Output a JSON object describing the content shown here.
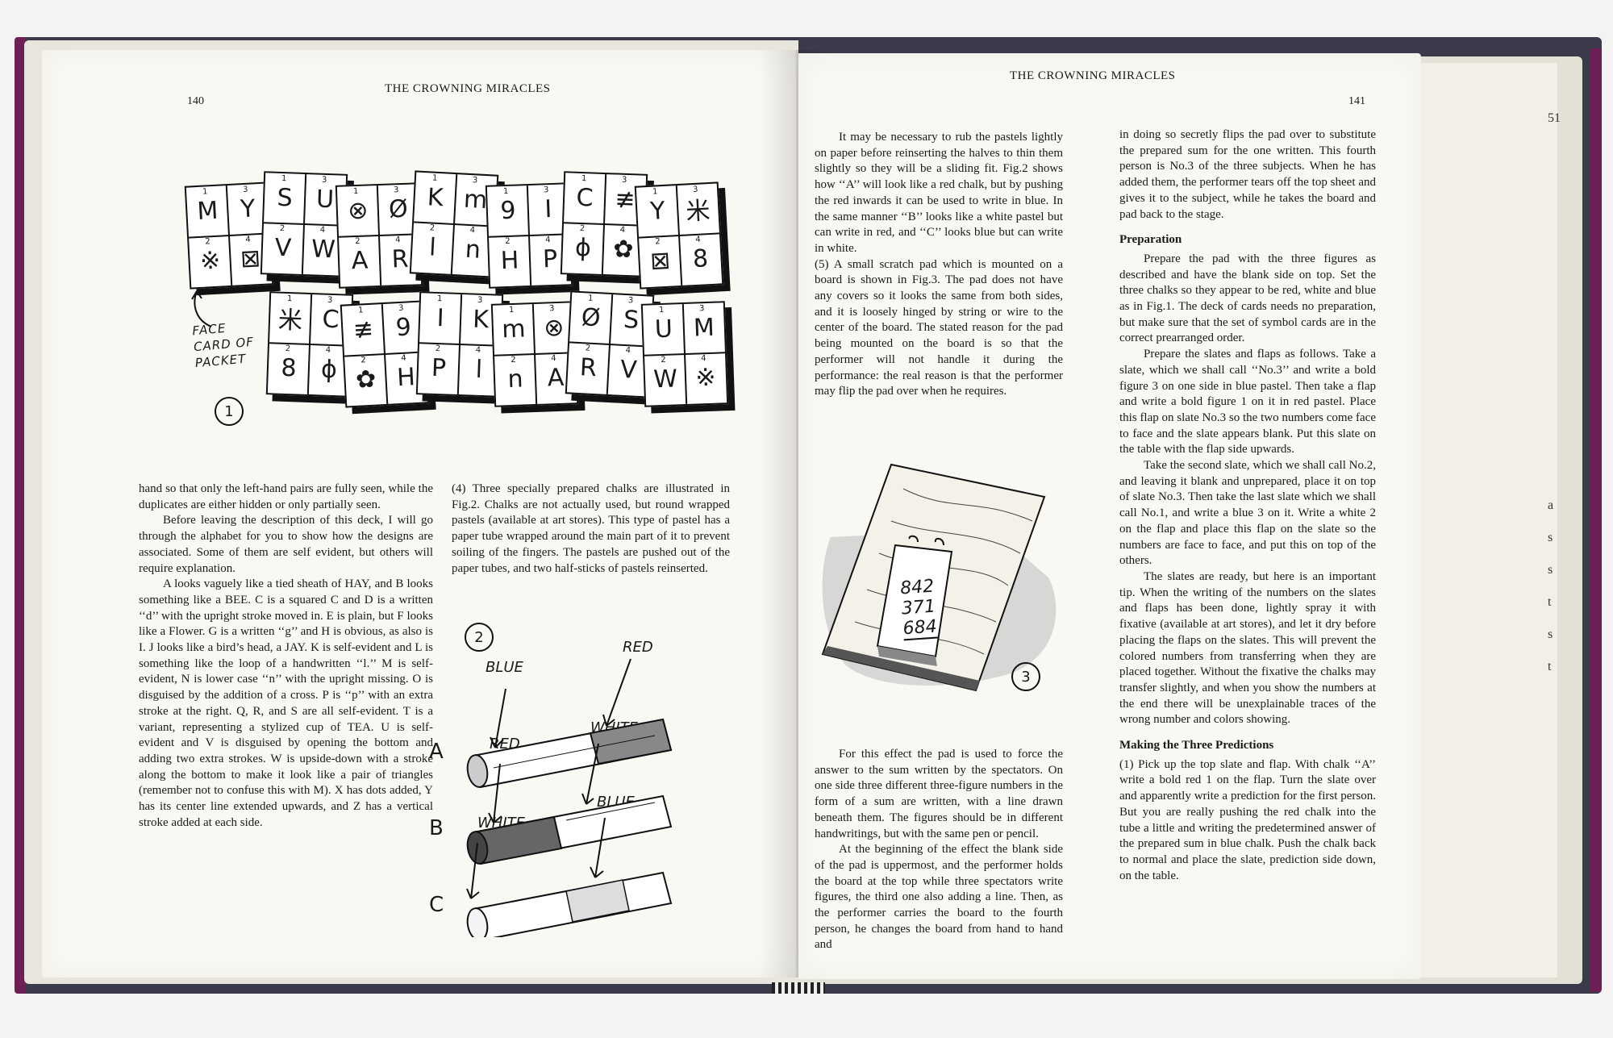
{
  "left_page": {
    "folio": "140",
    "running_head": "THE CROWNING MIRACLES",
    "figure1": {
      "number": "1",
      "face_label": [
        "FACE",
        "CARD OF",
        "PACKET"
      ],
      "card_numbers": [
        "1",
        "3",
        "2",
        "4"
      ],
      "top_row": [
        {
          "tl": "M",
          "tr": "Y",
          "bl": "※",
          "br": "⊠"
        },
        {
          "tl": "S",
          "tr": "U",
          "bl": "V",
          "br": "W"
        },
        {
          "tl": "⊗",
          "tr": "Ø",
          "bl": "A",
          "br": "R"
        },
        {
          "tl": "K",
          "tr": "m",
          "bl": "l",
          "br": "n"
        },
        {
          "tl": "9",
          "tr": "I",
          "bl": "H",
          "br": "P"
        },
        {
          "tl": "C",
          "tr": "≢",
          "bl": "ɸ",
          "br": "✿"
        },
        {
          "tl": "Y",
          "tr": "米",
          "bl": "⊠",
          "br": "8"
        }
      ],
      "bottom_row": [
        {
          "tl": "米",
          "tr": "C",
          "bl": "8",
          "br": "ɸ"
        },
        {
          "tl": "≢",
          "tr": "9",
          "bl": "✿",
          "br": "H"
        },
        {
          "tl": "I",
          "tr": "K",
          "bl": "P",
          "br": "l"
        },
        {
          "tl": "m",
          "tr": "⊗",
          "bl": "n",
          "br": "A"
        },
        {
          "tl": "Ø",
          "tr": "S",
          "bl": "R",
          "br": "V"
        },
        {
          "tl": "U",
          "tr": "M",
          "bl": "W",
          "br": "※"
        }
      ]
    },
    "col1": [
      "hand so that only the left-hand pairs are fully seen, while the duplicates are either hidden or only partially seen.",
      "Before leaving the description of this deck, I will go through the alphabet for you to show how the designs are associated. Some of them are self evident, but others will require explanation.",
      "A looks vaguely like a tied sheath of HAY, and B looks something like a BEE. C is a squared C and D is a written ‘‘d’’ with the upright stroke moved in. E is plain, but F looks like a Flower. G is a written ‘‘g’’ and H is obvious, as also is I. J looks like a bird’s head, a JAY. K is self-evident and L is something like the loop of a handwritten ‘‘l.’’ M is self-evident, N is lower case ‘‘n’’ with the upright missing. O is disguised by the addition of a cross. P is ‘‘p’’ with an extra stroke at the right. Q, R, and S are all self-evident. T is a variant, representing a stylized cup of TEA. U is self-evident and V is disguised by opening the bottom and adding two extra strokes. W is upside-down with a stroke along the bottom to make it look like a pair of triangles (remember not to confuse this with M). X has dots added, Y has its center line extended upwards, and Z has a vertical stroke added at each side."
    ],
    "col2": [
      "(4) Three specially prepared chalks are illustrated in Fig.2. Chalks are not actually used, but round wrapped pastels (available at art stores). This type of pastel has a paper tube wrapped around the main part of it to prevent soiling of the fingers. The pastels are pushed out of the paper tubes, and two half-sticks of pastels reinserted."
    ],
    "figure2": {
      "number": "2",
      "rows": [
        {
          "letter": "A",
          "label_left": "BLUE",
          "label_right": "RED"
        },
        {
          "letter": "B",
          "label_left": "RED",
          "label_right": "WHITE"
        },
        {
          "letter": "C",
          "label_left": "WHITE",
          "label_right": "BLUE"
        }
      ]
    }
  },
  "right_page": {
    "folio": "141",
    "running_head": "THE CROWNING MIRACLES",
    "col1_top": [
      "It may be necessary to rub the pastels lightly on paper before reinserting the halves to thin them slightly so they will be a sliding fit. Fig.2 shows how ‘‘A’’ will look like a red chalk, but by pushing the red inwards it can be used to write in blue. In the same manner ‘‘B’’ looks like a white pastel but can write in red, and ‘‘C’’ looks blue but can write in white.",
      "(5) A small scratch pad which is mounted on a board is shown in Fig.3. The pad does not have any covers so it looks the same from both sides, and it is loosely hinged by string or wire to the center of the board. The stated reason for the pad being mounted on the board is so that the performer will not handle it during the performance: the real reason is that the performer may flip the pad over when he requires."
    ],
    "figure3": {
      "number": "3",
      "pad_lines": [
        "842",
        "371",
        "684"
      ]
    },
    "col1_bottom": [
      "For this effect the pad is used to force the answer to the sum written by the spectators. On one side three different three-figure numbers in the form of a sum are written, with a line drawn beneath them. The figures should be in different handwritings, but with the same pen or pencil.",
      "At the beginning of the effect the blank side of the pad is uppermost, and the performer holds the board at the top while three spectators write figures, the third one also adding a line. Then, as the performer carries the board to the fourth person, he changes the board from hand to hand and"
    ],
    "col2_intro": "in doing so secretly flips the pad over to substitute the prepared sum for the one written. This fourth person is No.3 of the three subjects. When he has added them, the performer tears off the top sheet and gives it to the subject, while he takes the board and pad back to the stage.",
    "heading_preparation": "Preparation",
    "col2_preparation": [
      "Prepare the pad with the three figures as described and have the blank side on top. Set the three chalks so they appear to be red, white and blue as in Fig.1. The deck of cards needs no preparation, but make sure that the set of symbol cards are in the correct prearranged order.",
      "Prepare the slates and flaps as follows. Take a slate, which we shall call ‘‘No.3’’ and write a bold figure 3 on one side in blue pastel. Then take a flap and write a bold figure 1 on it in red pastel. Place this flap on slate No.3 so the two numbers come face to face and the slate appears blank. Put this slate on the table with the flap side upwards.",
      "Take the second slate, which we shall call No.2, and leaving it blank and unprepared, place it on top of slate No.3. Then take the last slate which we shall call No.1, and write a blue 3 on it. Write a white 2 on the flap and place this flap on the slate so the numbers are face to face, and put this on top of the others.",
      "The slates are ready, but here is an important tip. When the writing of the numbers on the slates and flaps has been done, lightly spray it with fixative (available at art stores), and let it dry before placing the flaps on the slates. This will prevent the colored numbers from transferring when they are placed together. Without the fixative the chalks may transfer slightly, and when you show the numbers at the end there will be unexplainable traces of the wrong number and colors showing."
    ],
    "heading_predictions": "Making the Three Predictions",
    "col2_predictions": "(1) Pick up the top slate and flap. With chalk ‘‘A’’ write a bold red 1 on the flap. Turn the slate over and apparently write a prediction for the first person. But you are really pushing the red chalk into the tube a little and writing the predetermined answer of the prepared sum in blue chalk. Push the chalk back to normal and place the slate, prediction side down, on the table."
  },
  "under_page_peek": [
    "51",
    "a",
    "s",
    "s",
    "t",
    "s",
    "t"
  ],
  "colors": {
    "case": "#3a3a4a",
    "case_edge": "#6e1f55",
    "paper": "#f9f8f3",
    "background": "#f3f3f1"
  }
}
